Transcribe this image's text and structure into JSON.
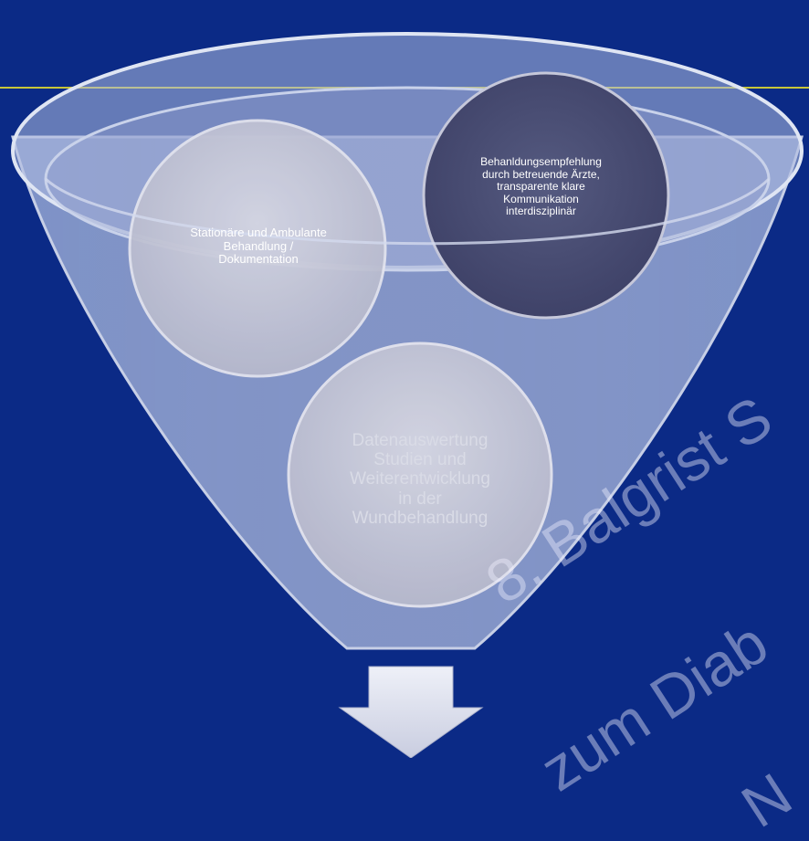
{
  "diagram": {
    "circles": {
      "left": "Stationäre und Ambulante\nBehandlung /\nDokumentation",
      "right": "Behanldungsempfehlung\ndurch betreuende Ärzte,\ntransparente klare\nKommunikation\ninterdisziplinär",
      "bottom": "Datenauswertung\nStudien und\nWeiterentwicklung\nin der\nWundbehandlung"
    }
  },
  "watermark": {
    "line1": "8. Balgrist S",
    "line2": "zum Diab",
    "line3": "N"
  },
  "colors": {
    "background": "#0b2a86",
    "accent_line": "#c8c63a",
    "funnel": "#c4cde6",
    "circle_light": "#c9cad8",
    "circle_dark": "#4a4e74"
  }
}
